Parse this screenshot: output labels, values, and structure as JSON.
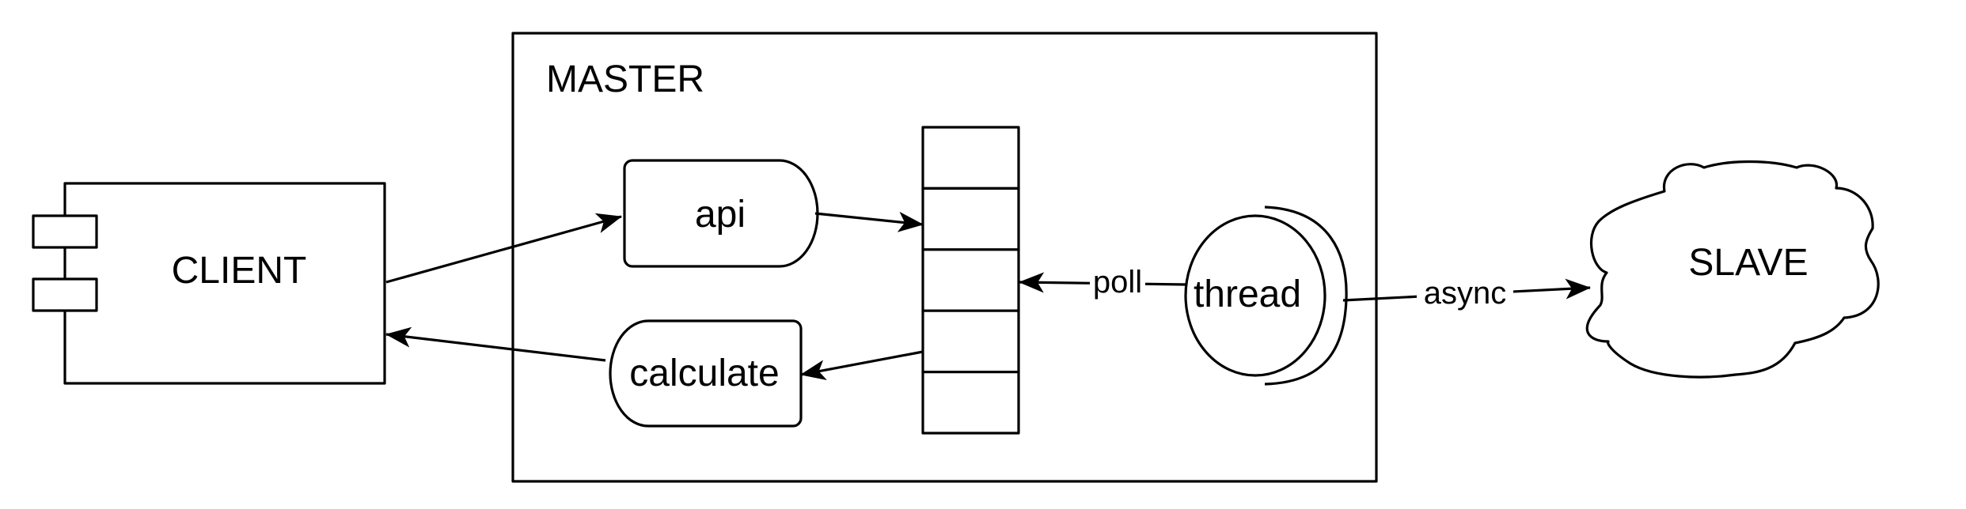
{
  "master": {
    "label": "MASTER"
  },
  "client": {
    "label": "CLIENT"
  },
  "slave": {
    "label": "SLAVE"
  },
  "api": {
    "label": "api"
  },
  "calculate": {
    "label": "calculate"
  },
  "thread": {
    "label": "thread"
  },
  "edges": {
    "poll": "poll",
    "async": "async"
  },
  "queue": {
    "slots": 5
  }
}
